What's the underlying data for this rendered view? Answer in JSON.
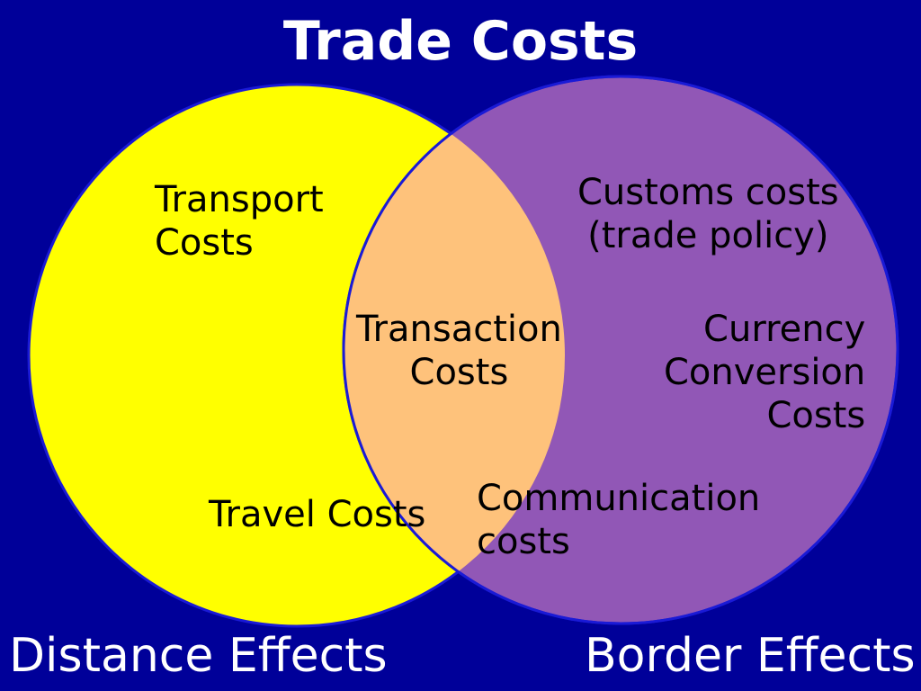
{
  "title": "Trade Costs",
  "sets": {
    "left": {
      "caption": "Distance Effects",
      "color": "#ffff00"
    },
    "right": {
      "caption": "Border Effects",
      "color": "#9157b6"
    },
    "overlap_color": "#fec27b",
    "outline_color": "#1a1ad6",
    "background": "#000099"
  },
  "labels": {
    "transport": [
      "Transport",
      "Costs"
    ],
    "customs": [
      "Customs costs",
      "(trade policy)"
    ],
    "transaction": [
      "Transaction",
      "Costs"
    ],
    "currency": [
      "Currency",
      "Conversion",
      "Costs"
    ],
    "travel": [
      "Travel Costs"
    ],
    "communication": [
      "Communication",
      "costs"
    ]
  }
}
